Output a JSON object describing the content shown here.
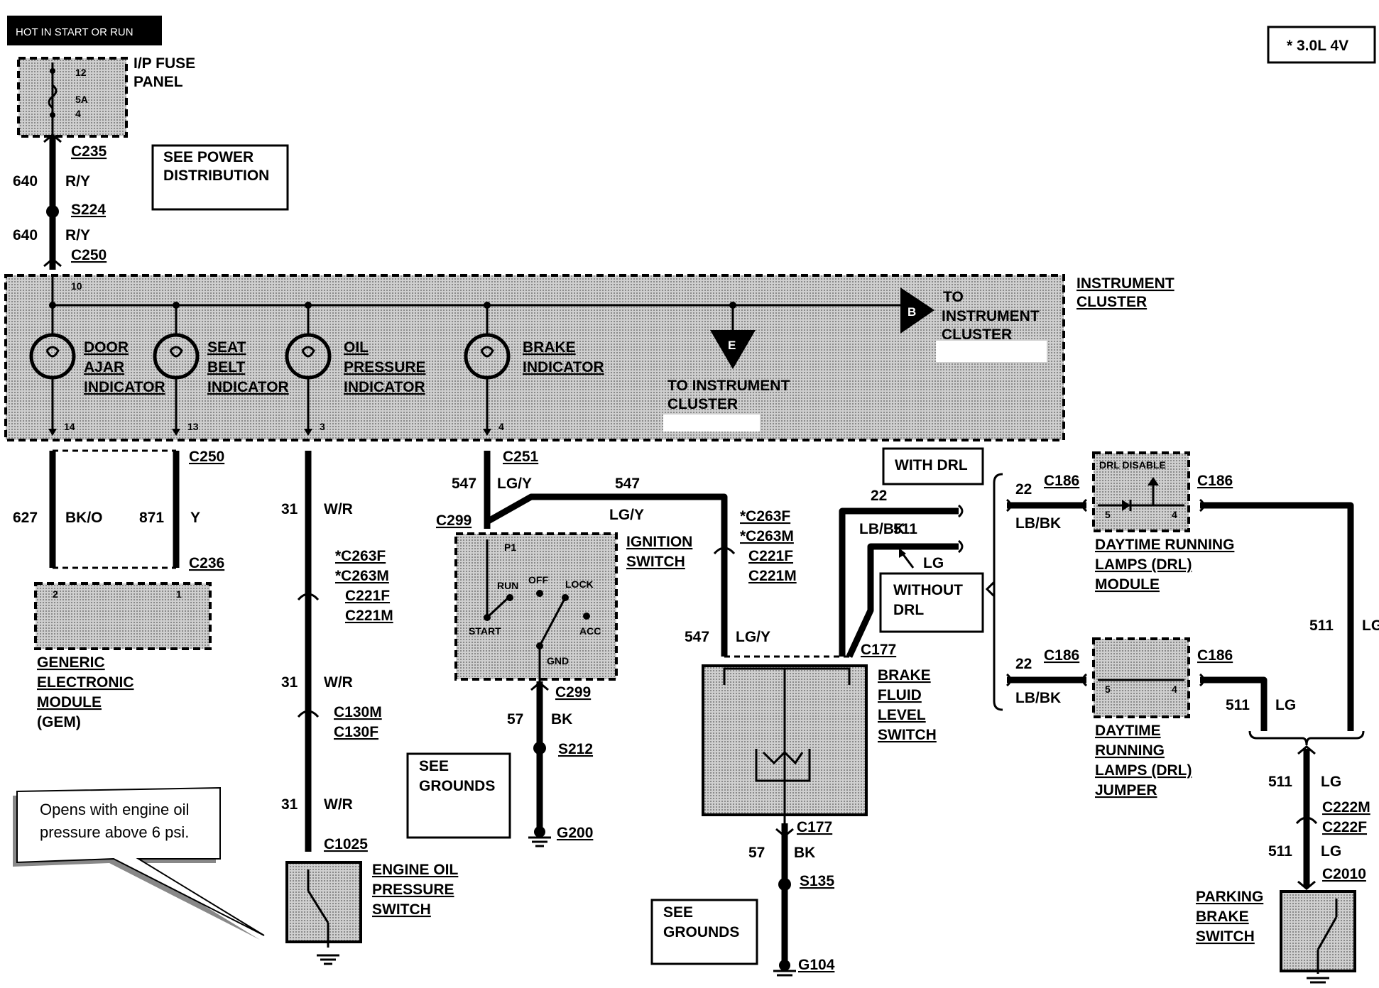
{
  "header": {
    "hot_label": "HOT IN START OR RUN",
    "engine_note": "* 3.0L 4V"
  },
  "fuse_panel": {
    "name_line1": "I/P FUSE",
    "name_line2": "PANEL",
    "pin_top": "12",
    "rating": "5A",
    "pin_bottom": "4"
  },
  "power_note": {
    "line1": "SEE POWER",
    "line2": "DISTRIBUTION"
  },
  "feed": {
    "conn_top": "C235",
    "circuit": "640",
    "color": "R/Y",
    "splice": "S224",
    "conn_bottom": "C250"
  },
  "cluster": {
    "label_line1": "INSTRUMENT",
    "label_line2": "CLUSTER",
    "feed_pin": "10",
    "indicators": [
      {
        "line1": "DOOR",
        "line2": "AJAR",
        "line3": "INDICATOR",
        "pin": "14"
      },
      {
        "line1": "SEAT",
        "line2": "BELT",
        "line3": "INDICATOR",
        "pin": "13"
      },
      {
        "line1": "OIL",
        "line2": "PRESSURE",
        "line3": "INDICATOR",
        "pin": "3"
      },
      {
        "line1": "BRAKE",
        "line2": "INDICATOR",
        "line3": "",
        "pin": "4"
      }
    ],
    "conn_b": {
      "letter": "B",
      "line1": "TO",
      "line2": "INSTRUMENT",
      "line3": "CLUSTER"
    },
    "conn_e": {
      "letter": "E",
      "line1": "TO INSTRUMENT",
      "line2": "CLUSTER"
    }
  },
  "gem": {
    "conn_top": "C250",
    "conn_bottom": "C236",
    "wire_a": {
      "circuit": "627",
      "color": "BK/O"
    },
    "wire_b": {
      "circuit": "871",
      "color": "Y"
    },
    "pin_a": "2",
    "pin_b": "1",
    "name": [
      "GENERIC",
      "ELECTRONIC",
      "MODULE",
      "(GEM)"
    ]
  },
  "oil_circuit": {
    "circuit": "31",
    "color": "W/R",
    "connectors_1": [
      "*C263F",
      "*C263M",
      "C221F",
      "C221M"
    ],
    "connectors_2": [
      "C130M",
      "C130F"
    ],
    "conn_switch": "C1025",
    "switch_name": [
      "ENGINE OIL",
      "PRESSURE",
      "SWITCH"
    ],
    "callout": [
      "Opens with engine oil",
      "pressure above 6 psi."
    ]
  },
  "ignition": {
    "conn_top": "C251",
    "circuit": "547",
    "color": "LG/Y",
    "conn_switch": "C299",
    "name": [
      "IGNITION",
      "SWITCH"
    ],
    "positions": {
      "p1": "P1",
      "run": "RUN",
      "off": "OFF",
      "lock": "LOCK",
      "start": "START",
      "acc": "ACC",
      "gnd": "GND"
    },
    "ground": {
      "conn": "C299",
      "circuit": "57",
      "color": "BK",
      "splice": "S212",
      "ground": "G200"
    },
    "see_grounds": {
      "line1": "SEE",
      "line2": "GROUNDS"
    }
  },
  "brake_fluid": {
    "circuit": "547",
    "color": "LG/Y",
    "connectors": [
      "*C263F",
      "*C263M",
      "C221F",
      "C221M"
    ],
    "conn_top": "C177",
    "name": [
      "BRAKE",
      "FLUID",
      "LEVEL",
      "SWITCH"
    ],
    "ground": {
      "conn": "C177",
      "circuit": "57",
      "color": "BK",
      "splice": "S135",
      "ground": "G104"
    },
    "see_grounds": {
      "line1": "SEE",
      "line2": "GROUNDS"
    }
  },
  "drl": {
    "with_label": "WITH DRL",
    "without_label": [
      "WITHOUT",
      "DRL"
    ],
    "wire_22": {
      "circuit": "22",
      "color": "LB/BK"
    },
    "wire_511": {
      "circuit": "511",
      "color": "LG"
    },
    "module": {
      "conn_left": "C186",
      "conn_right": "C186",
      "inner": "DRL DISABLE",
      "pin_left": "5",
      "pin_right": "4",
      "name": [
        "DAYTIME RUNNING",
        "LAMPS (DRL)",
        "MODULE"
      ]
    },
    "jumper": {
      "conn_left": "C186",
      "conn_right": "C186",
      "pin_left": "5",
      "pin_right": "4",
      "name": [
        "DAYTIME",
        "RUNNING",
        "LAMPS (DRL)",
        "JUMPER"
      ]
    }
  },
  "parking_brake": {
    "circuit": "511",
    "color": "LG",
    "connectors": [
      "C222M",
      "C222F"
    ],
    "conn_switch": "C2010",
    "name": [
      "PARKING",
      "BRAKE",
      "SWITCH"
    ]
  }
}
